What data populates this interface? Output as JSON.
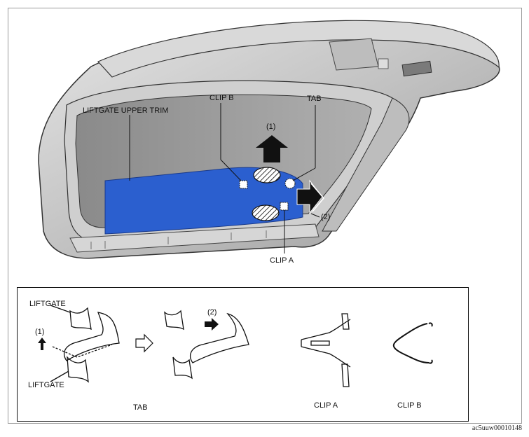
{
  "labels": {
    "liftgate_upper_trim": "LIFTGATE UPPER TRIM",
    "clip_b": "CLIP B",
    "tab": "TAB",
    "step1": "(1)",
    "step2": "(2)",
    "clip_a": "CLIP A"
  },
  "detail": {
    "liftgate_top": "LIFTGATE",
    "liftgate_bottom": "LIFTGATE",
    "step1": "(1)",
    "step2": "(2)",
    "tab_caption": "TAB",
    "clip_a_caption": "CLIP A",
    "clip_b_caption": "CLIP B"
  },
  "document_id": "ac5uuw00010148",
  "colors": {
    "trim_blue": "#2b5fcf",
    "liftgate_gray": "#c9c9c9",
    "glass_gray": "#9e9e9e",
    "outline": "#111111"
  }
}
